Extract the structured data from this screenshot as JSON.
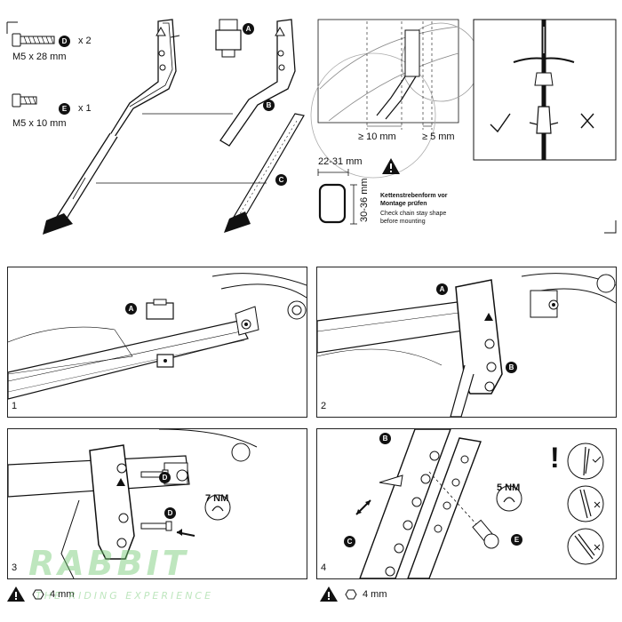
{
  "parts": {
    "D": {
      "letter": "D",
      "qty": "x 2",
      "spec": "M5 x 28 mm"
    },
    "E": {
      "letter": "E",
      "qty": "x 1",
      "spec": "M5 x 10 mm"
    },
    "A": {
      "letter": "A"
    },
    "B": {
      "letter": "B"
    },
    "C": {
      "letter": "C"
    }
  },
  "clearance": {
    "left": "≥ 10 mm",
    "right": "≥ 5 mm"
  },
  "chainstay": {
    "width": "22-31 mm",
    "height": "30-36 mm",
    "note_de": "Kettenstrebenform vor Montage prüfen",
    "note_en_1": "Check chain stay shape",
    "note_en_2": "before mounting"
  },
  "steps": [
    {
      "number": "1"
    },
    {
      "number": "2"
    },
    {
      "number": "3",
      "torque": "7 NM",
      "tool": "4 mm"
    },
    {
      "number": "4",
      "torque": "5 NM",
      "tool": "4 mm"
    }
  ],
  "warning_symbol": "!",
  "watermark": {
    "brand": "RABBIT",
    "tagline": "THE RIDING EXPERIENCE"
  },
  "icons": [
    "bolt-icon",
    "warning-icon",
    "hex-key-icon",
    "checkmark-icon",
    "cross-icon",
    "torque-wrench-icon"
  ]
}
